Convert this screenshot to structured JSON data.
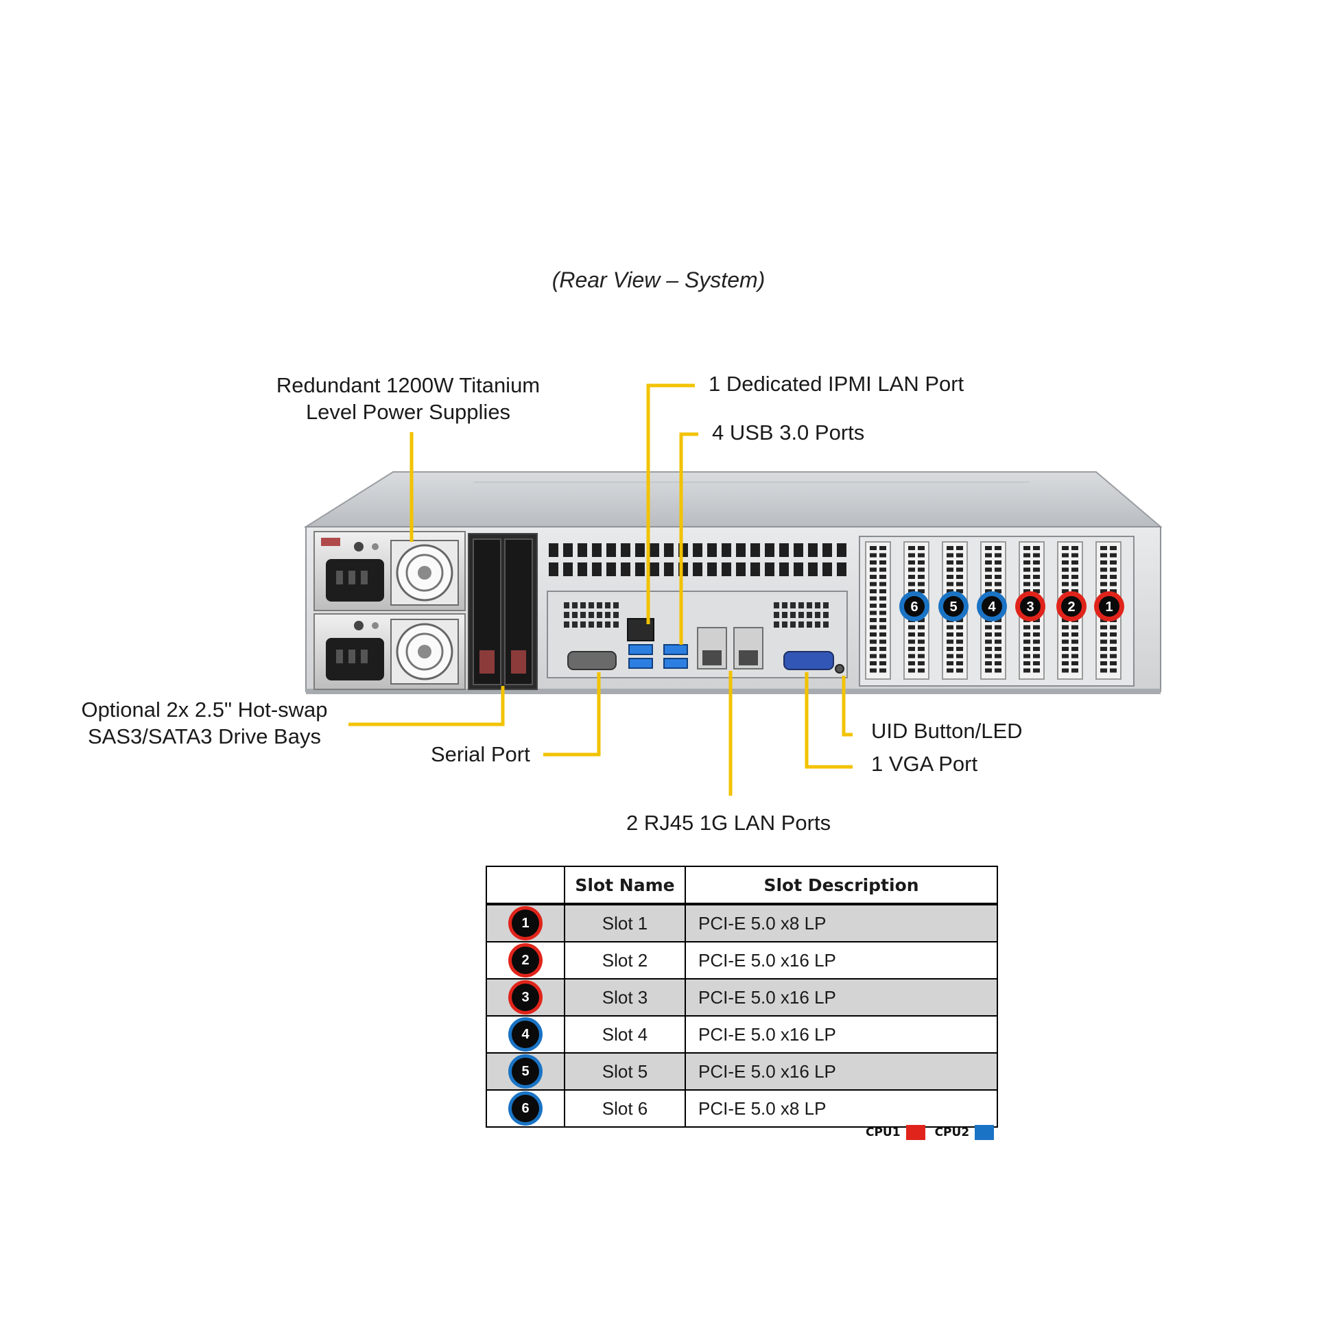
{
  "caption": "(Rear View – System)",
  "colors": {
    "callout": "#f2c200",
    "cpu1": "#e0241b",
    "cpu2": "#1a73c4"
  },
  "callouts": {
    "power_supplies": {
      "line1": "Redundant  1200W Titanium",
      "line2": "Level Power Supplies"
    },
    "drive_bays": {
      "line1": "Optional 2x 2.5\" Hot-swap",
      "line2": "SAS3/SATA3 Drive Bays"
    },
    "serial_port": "Serial Port",
    "ipmi_port": "1 Dedicated IPMI  LAN Port",
    "usb_ports": "4 USB 3.0 Ports",
    "lan_ports": "2 RJ45 1G LAN Ports",
    "uid_button": "UID  Button/LED",
    "vga_port": "1 VGA Port"
  },
  "chassis_slots": [
    {
      "number": "6",
      "cpu": "cpu2"
    },
    {
      "number": "5",
      "cpu": "cpu2"
    },
    {
      "number": "4",
      "cpu": "cpu2"
    },
    {
      "number": "3",
      "cpu": "cpu1"
    },
    {
      "number": "2",
      "cpu": "cpu1"
    },
    {
      "number": "1",
      "cpu": "cpu1"
    }
  ],
  "table": {
    "headers": {
      "number": "",
      "name": "Slot Name",
      "description": "Slot Description"
    },
    "rows": [
      {
        "number": "1",
        "name": "Slot 1",
        "description": "PCI-E  5.0 x8 LP",
        "cpu": "cpu1"
      },
      {
        "number": "2",
        "name": "Slot 2",
        "description": "PCI-E  5.0 x16 LP",
        "cpu": "cpu1"
      },
      {
        "number": "3",
        "name": "Slot 3",
        "description": "PCI-E  5.0 x16 LP",
        "cpu": "cpu1"
      },
      {
        "number": "4",
        "name": "Slot 4",
        "description": "PCI-E  5.0 x16 LP",
        "cpu": "cpu2"
      },
      {
        "number": "5",
        "name": "Slot 5",
        "description": "PCI-E  5.0 x16 LP",
        "cpu": "cpu2"
      },
      {
        "number": "6",
        "name": "Slot 6",
        "description": "PCI-E  5.0 x8 LP",
        "cpu": "cpu2"
      }
    ]
  },
  "legend": {
    "cpu1_label": "CPU1",
    "cpu2_label": "CPU2"
  }
}
